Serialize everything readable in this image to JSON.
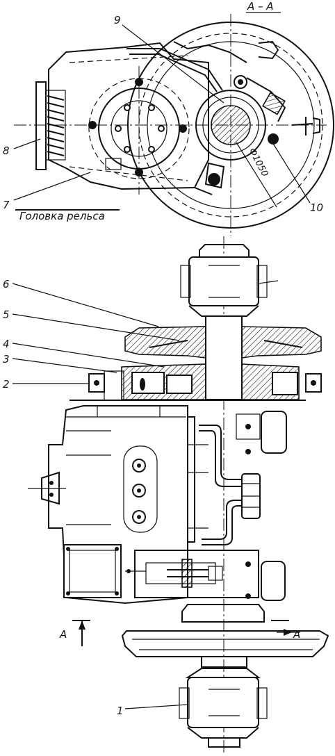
{
  "section_label": "А – А",
  "rail_head_label": "Головка рельса",
  "diameter_label": "Ф1050",
  "section_marks": [
    "А",
    "А"
  ],
  "callouts": [
    "1",
    "2",
    "3",
    "4",
    "5",
    "6",
    "7",
    "8",
    "9",
    "10"
  ]
}
